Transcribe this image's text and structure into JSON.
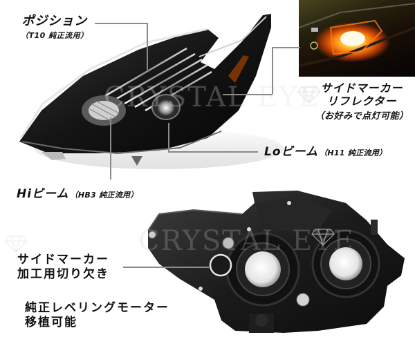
{
  "image": {
    "subject": "Aftermarket black headlight assembly",
    "watermark": "CRYSTAL EYE"
  },
  "callouts": {
    "position": {
      "label": "ポジション",
      "sub": "（T10 純正流用）"
    },
    "side_marker_reflector": {
      "line1": "サイドマーカー",
      "line2": "リフレクター",
      "sub": "（お好みで点灯可能）"
    },
    "low_beam": {
      "label": "Loビーム",
      "sub": "（H11 純正流用）"
    },
    "high_beam": {
      "label": "Hiビーム",
      "sub": "（HB3 純正流用）"
    },
    "side_marker_cutout": {
      "line1": "サイドマーカー",
      "line2": "加工用切り欠き"
    },
    "leveling_motor": {
      "line1": "純正レベリングモーター",
      "line2": "移植可能"
    }
  },
  "colors": {
    "leader_line": "#8a8a8a",
    "housing_black": "#141414",
    "marker_amber": "#ff8a10",
    "text": "#111111"
  }
}
